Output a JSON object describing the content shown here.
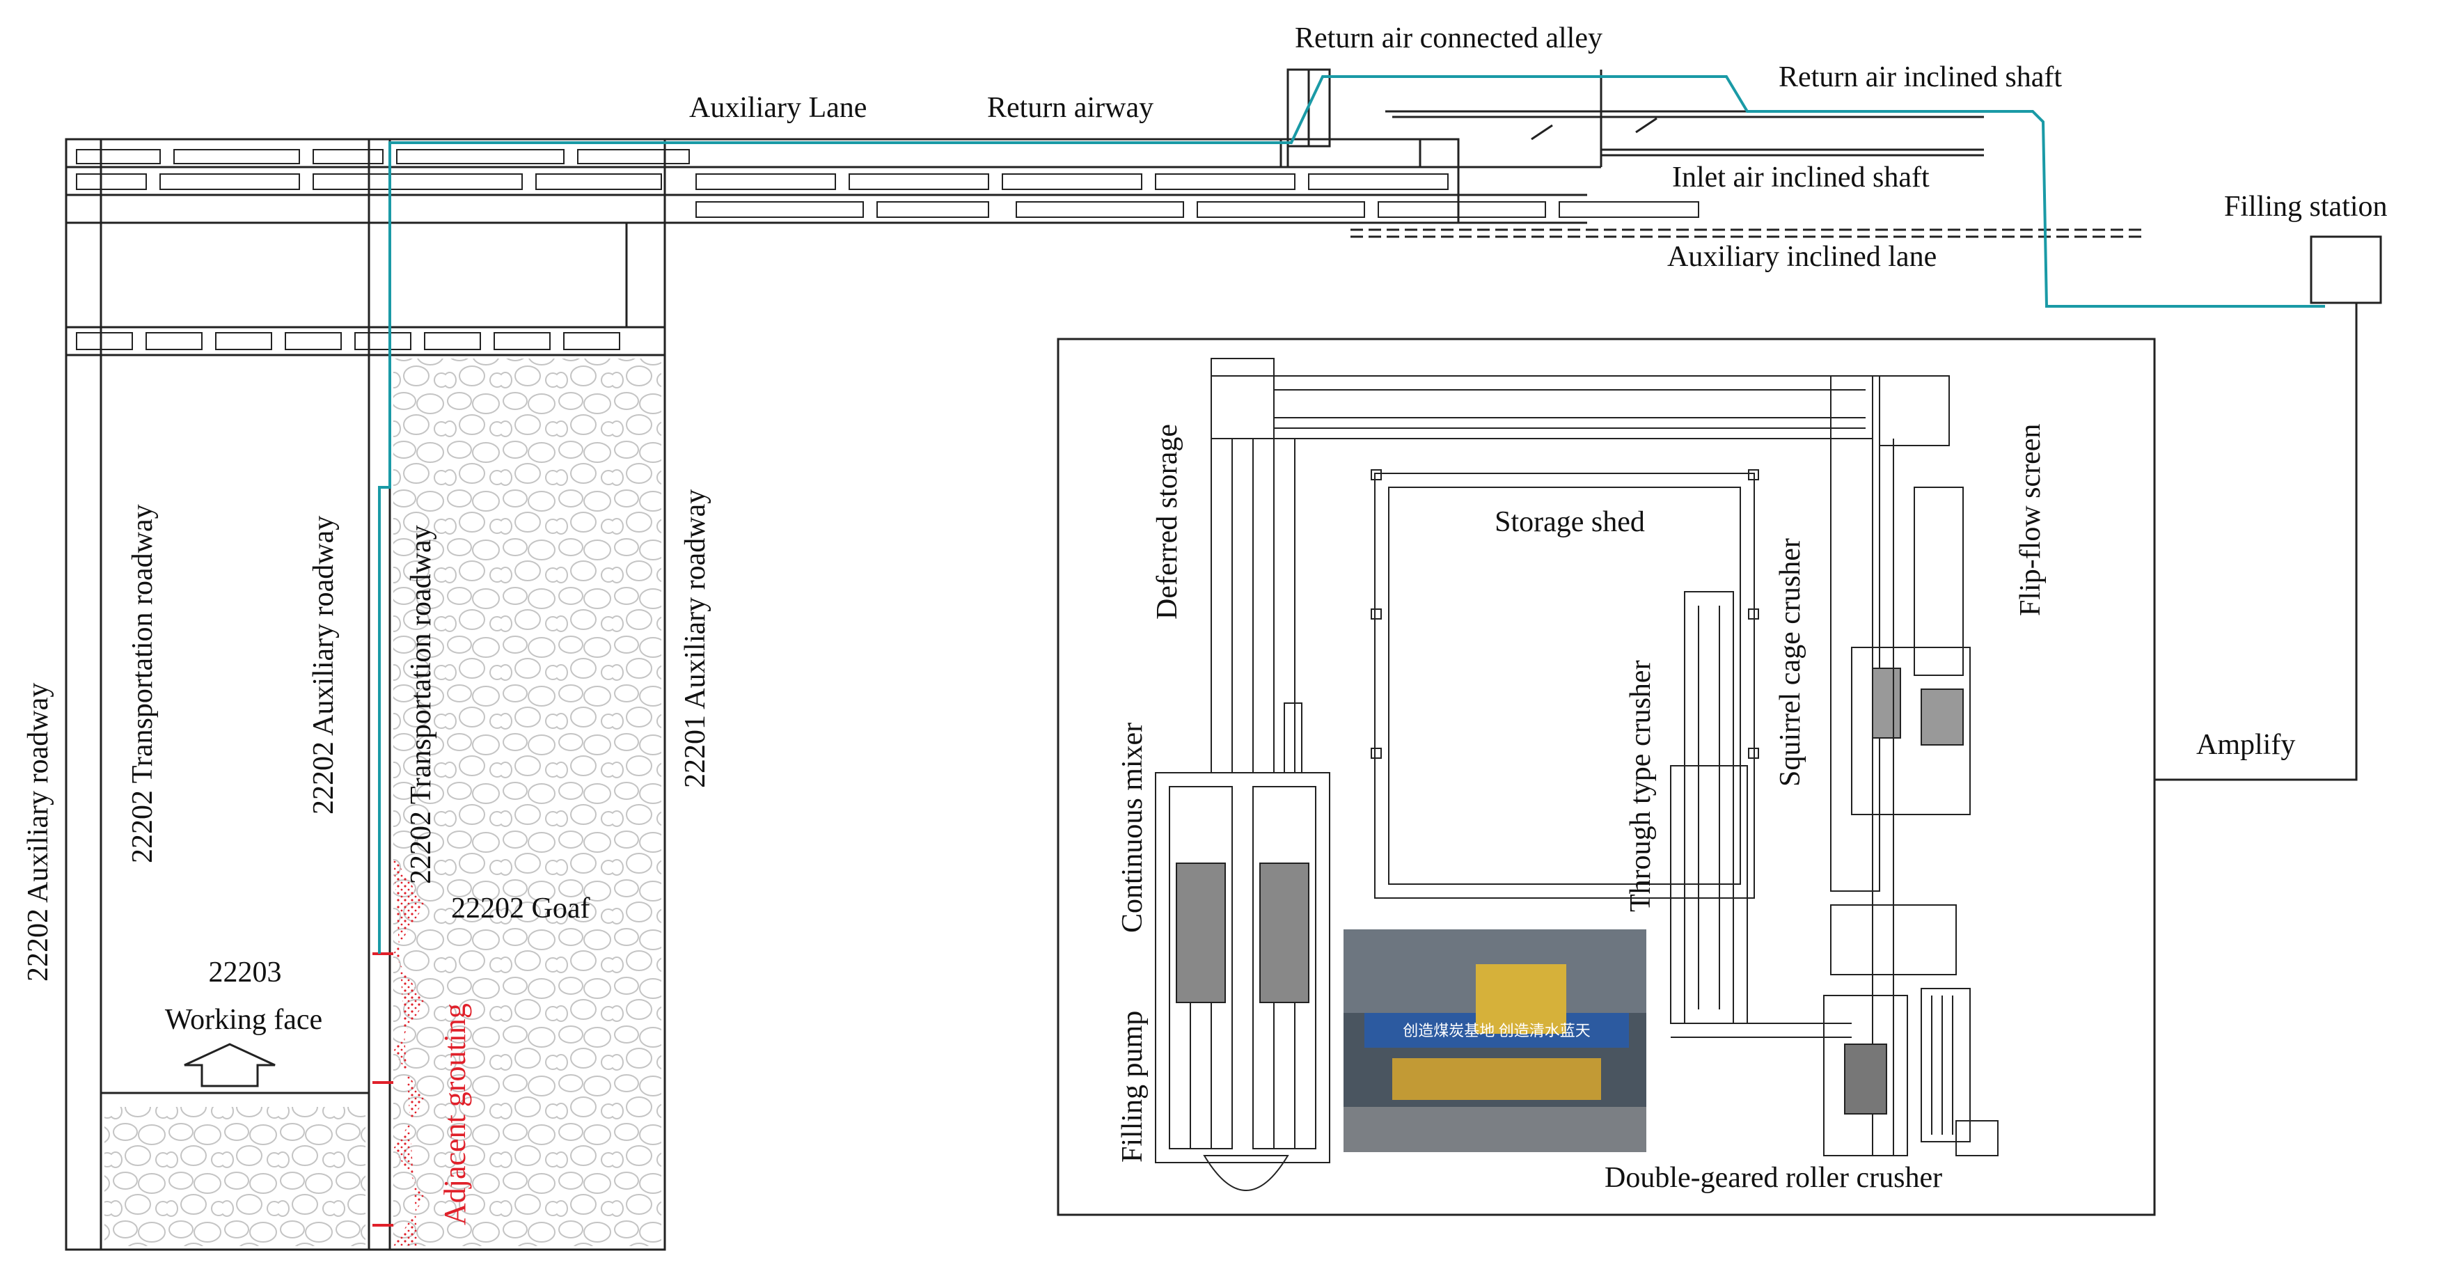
{
  "labels": {
    "return_air_connected_alley": "Return air connected alley",
    "auxiliary_lane": "Auxiliary Lane",
    "return_airway": "Return airway",
    "return_air_inclined_shaft": "Return air inclined shaft",
    "inlet_air_inclined_shaft": "Inlet air inclined shaft",
    "auxiliary_inclined_lane": "Auxiliary inclined lane",
    "filling_station": "Filling station",
    "amplify": "Amplify",
    "roadway_22202_aux_left": "22202 Auxiliary roadway",
    "roadway_22202_transport_left": "22202 Transportation roadway",
    "roadway_22202_aux_mid": "22202 Auxiliary roadway",
    "roadway_22202_transport_mid": "22202 Transportation roadway",
    "roadway_22201_aux": "22201 Auxiliary roadway",
    "goaf": "22202 Goaf",
    "working_face_id": "22203",
    "working_face": "Working face",
    "adjacent_grouting": "Adjacent grouting",
    "storage_shed": "Storage shed",
    "deferred_storage": "Deferred storage",
    "continuous_mixer": "Continuous mixer",
    "filling_pump": "Filling pump",
    "through_type_crusher": "Through type crusher",
    "squirrel_cage_crusher": "Squirrel cage crusher",
    "flip_flow_screen": "Flip-flow screen",
    "double_geared_roller_crusher": "Double-geared roller crusher",
    "photo_banner": "创造煤炭基地 创造清水蓝天"
  },
  "colors": {
    "line": "#222222",
    "pipe": "#1a9aa6",
    "grout": "#e0202a",
    "goaf_stone": "#bcbcbc",
    "photo_bg": "#4a5560"
  }
}
